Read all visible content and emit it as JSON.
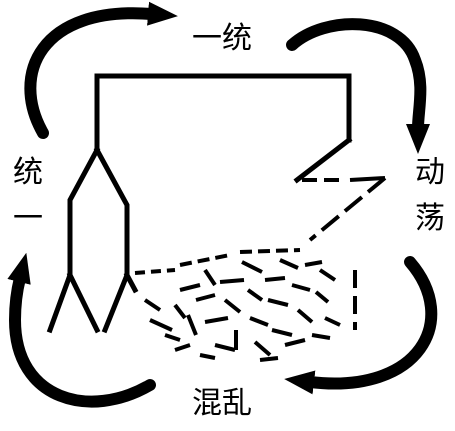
{
  "labels": {
    "top": "一统",
    "left_line1": "统",
    "left_line2": "一",
    "right_line1": "动",
    "right_line2": "荡",
    "bottom": "混乱"
  },
  "colors": {
    "stroke": "#000000",
    "background": "#ffffff"
  }
}
